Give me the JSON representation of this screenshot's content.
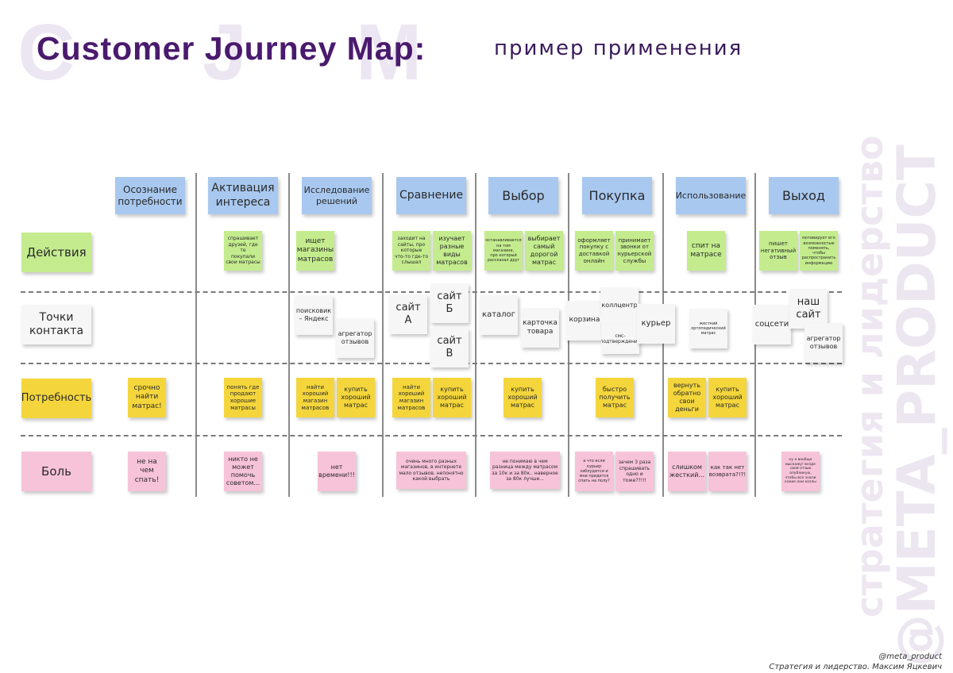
{
  "header": {
    "bg_letters": [
      "C",
      "J",
      "M"
    ],
    "title": "Customer Journey Map:",
    "subtitle": "пример применения"
  },
  "side": {
    "line1": "стратегия и лидерство",
    "line2": "@META_PRODUCT"
  },
  "footer": {
    "handle": "@meta_product",
    "credit": "Стратегия и лидерство. Максим Яцкевич"
  },
  "colors": {
    "stage": "#a8c8ef",
    "action": "#c4ec8e",
    "need": "#f4d63c",
    "pain": "#f7c3d9",
    "touchpoint": "#f6f6f6",
    "title": "#4a1a6e"
  },
  "stages": [
    "Осознание\nпотребности",
    "Активация\nинтереса",
    "Исследование\nрешений",
    "Сравнение",
    "Выбор",
    "Покупка",
    "Использование",
    "Выход"
  ],
  "rows": {
    "actions": "Действия",
    "touchpoints": "Точки\nконтакта",
    "needs": "Потребность",
    "pain": "Боль"
  },
  "notes": {
    "action_1": "спрашивает\nдрузей, где те\nпокупали\nсвои матрасы",
    "action_2a": "ищет\nмагазины\nматрасов",
    "action_3a": "заходит на\nсайты, про\nкоторые\nчто-то где-то\nслышал",
    "action_3b": "изучает\nразные\nвиды\nматрасов",
    "action_4a": "останавливается\nна том магазине,\nпро который\nрассказал друг",
    "action_4b": "выбирает\nсамый\nдорогой\nматрас",
    "action_5a": "оформляет\nпокупку с\nдоставкой\nонлайн",
    "action_5b": "принимает\nзвонки от\nкурьерской\nслужбы",
    "action_6": "спит на\nматрасе",
    "action_7a": "пишет\nнегативный\nотзыв",
    "action_7b": "мотивирует его\nвозможностью\nпоменять,\nчтобы\nраспространить\nинформацию",
    "tp_2a": "поисковик\n– Яндекс",
    "tp_2b": "агрегатор\nотзывов",
    "tp_3a": "сайт\nА",
    "tp_3b": "сайт\nБ",
    "tp_3c": "сайт\nВ",
    "tp_4a": "каталог",
    "tp_4b": "карточка\nтовара",
    "tp_5a": "корзина",
    "tp_5b": "коллцентр",
    "tp_5c": "смс-\nподтверждение",
    "tp_5d": "курьер",
    "tp_6": "жесткий\nортопедический\nматрас",
    "tp_7a": "соцсети",
    "tp_7b": "наш\nсайт",
    "tp_7c": "агрегатор\nотзывов",
    "need_0": "срочно\nнайти\nматрас!",
    "need_1": "понять где\nпродают\nхорошие\nматрасы",
    "need_2a": "найти\nхороший\nмагазин\nматрасов",
    "need_2b": "купить\nхороший\nматрас",
    "need_3a": "найти\nхороший\nмагазин\nматрасов",
    "need_3b": "купить\nхороший\nматрас",
    "need_4": "купить\nхороший\nматрас",
    "need_5": "быстро\nполучить\nматрас",
    "need_6a": "вернуть\nобратно\nсвои\nденьги",
    "need_6b": "купить\nхороший\nматрас",
    "pain_0": "не на\nчем\nспать!",
    "pain_1": "никто не\nможет\nпомочь\nсоветом...",
    "pain_2": "нет\nвремени!!!",
    "pain_3": "очень много разных\nмагазинов, в интернете\nмало отзывов, непонятно\nкакой выбрать",
    "pain_4": "не понимаю в чем\nразница между матрасом\nза 10к и за 80к.. наверное\nза 80к лучше...",
    "pain_5a": "а что если\nкурьер\nзаблудится и\nмне придется\nспать на полу?",
    "pain_5b": "зачем 3 раза\nспрашивать\nодно и\nтоже??!!!",
    "pain_6a": "слишком\nжесткий...",
    "pain_6b": "как так нет\nвозврата?!?!",
    "pain_7": "ну я вообще\nвыскажу! везде\nсвой отзыв\nопубликую,\nчтобы все знали\nкакие они козлы"
  }
}
